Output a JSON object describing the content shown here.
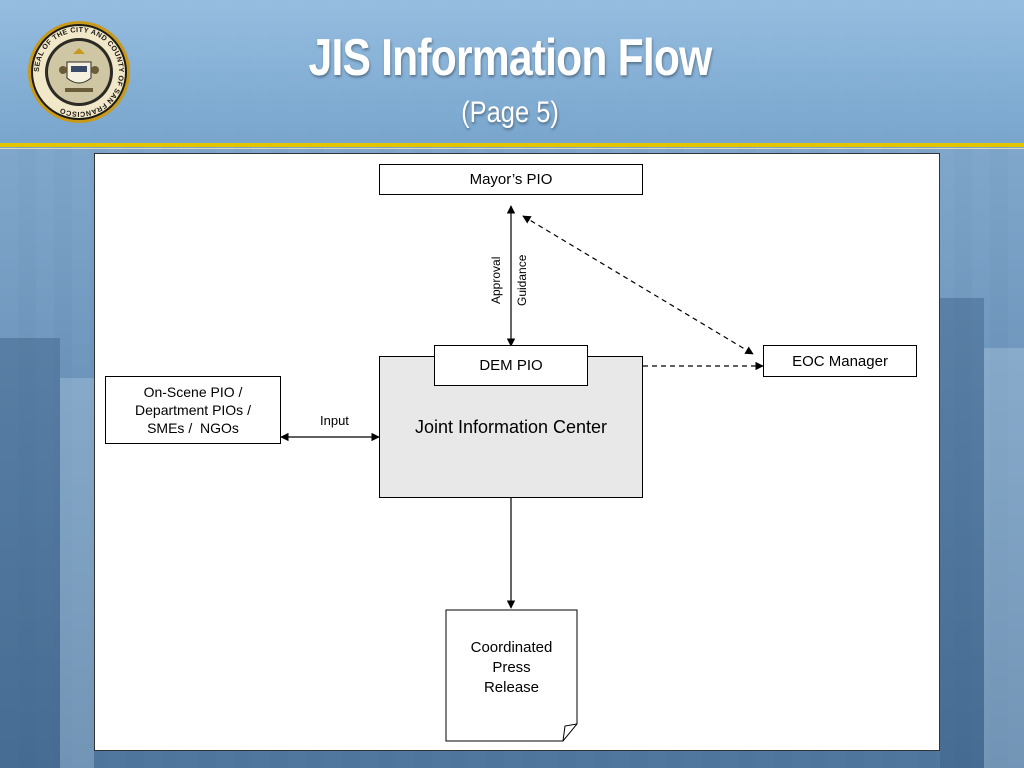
{
  "header": {
    "title": "JIS Information Flow",
    "subtitle": "(Page 5)",
    "seal_text": "SEAL OF THE CITY AND COUNTY OF SAN FRANCISCO"
  },
  "diagram": {
    "mayors_pio": "Mayor’s PIO",
    "dem_pio": "DEM PIO",
    "jic": "Joint Information Center",
    "eoc_manager": "EOC Manager",
    "on_scene": [
      "On-Scene PIO /",
      "Department PIOs /",
      "SMEs /  NGOs"
    ],
    "coordinated": [
      "Coordinated",
      "Press",
      "Release"
    ],
    "approval_label": "Approval",
    "guidance_label": "Guidance",
    "input_label": "Input"
  },
  "colors": {
    "accent_gold": "#e3c400",
    "jic_fill": "#e8e8e8"
  }
}
